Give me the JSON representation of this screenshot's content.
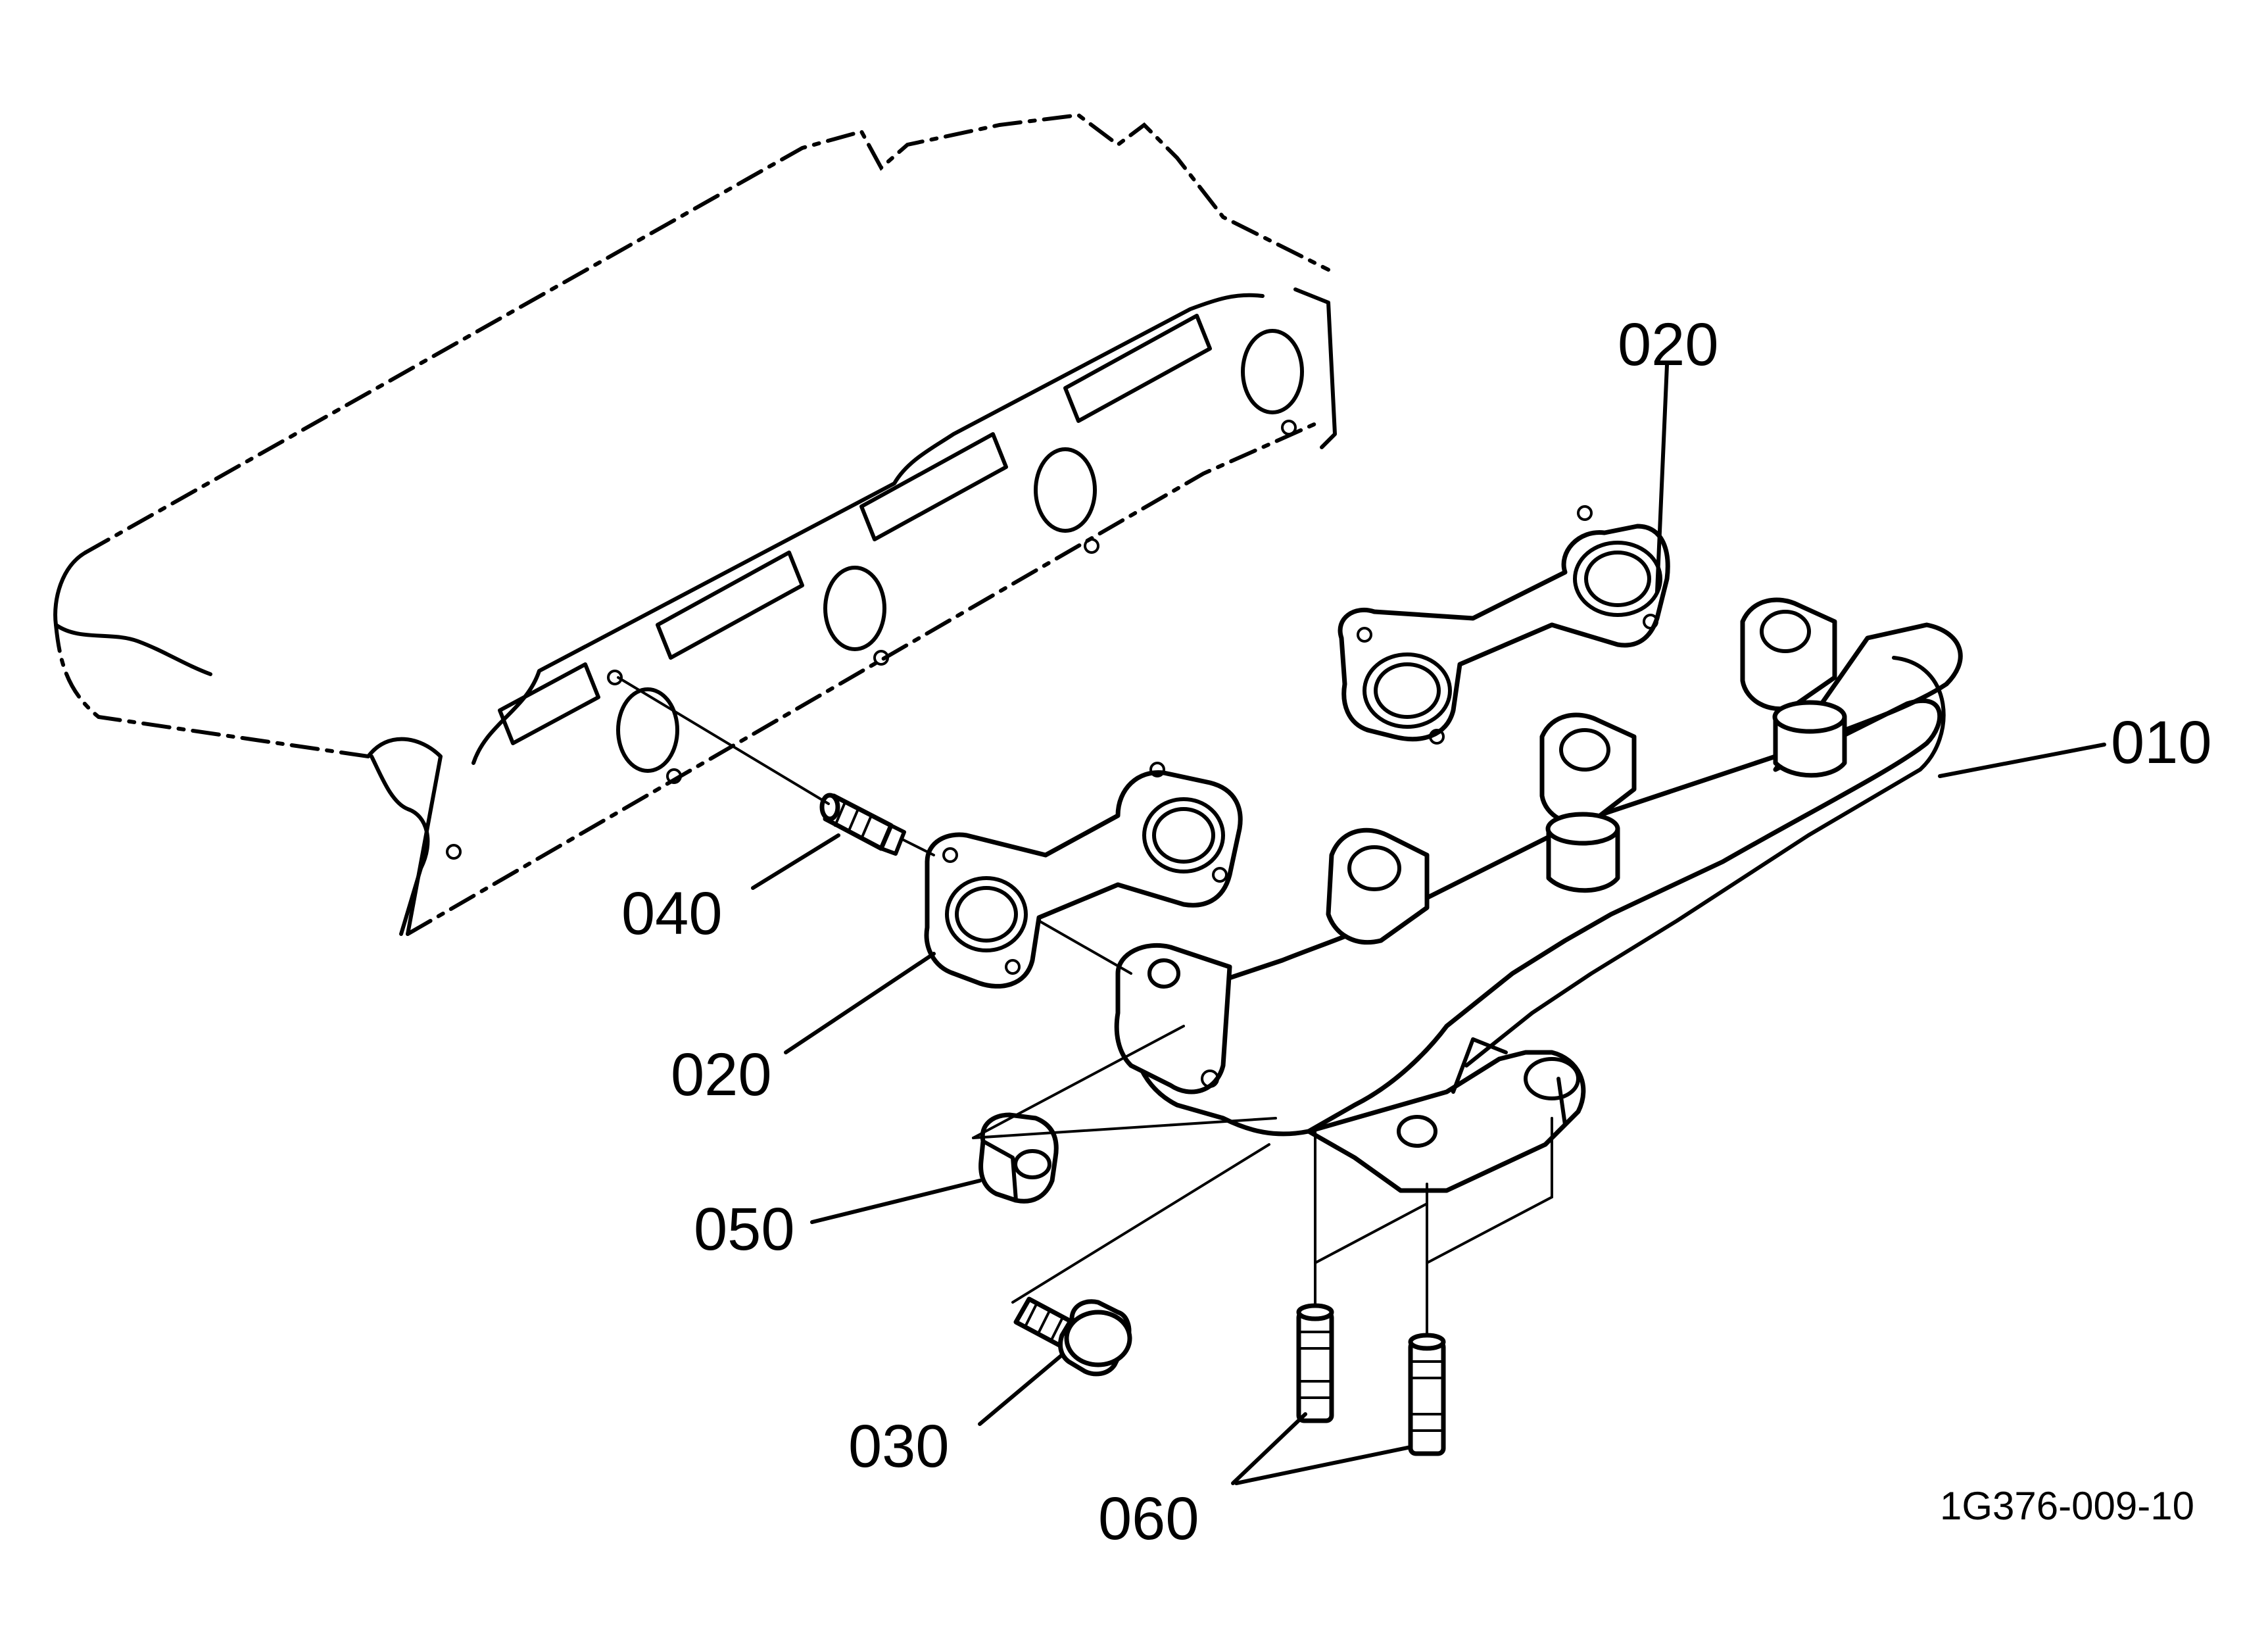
{
  "callouts": {
    "manifold": "010",
    "gasket_upper": "020",
    "gasket_lower": "020",
    "bolt": "030",
    "stud_bolt_head": "040",
    "nut": "050",
    "stud_bolts": "060"
  },
  "figure_ref": "1G376-009-10"
}
